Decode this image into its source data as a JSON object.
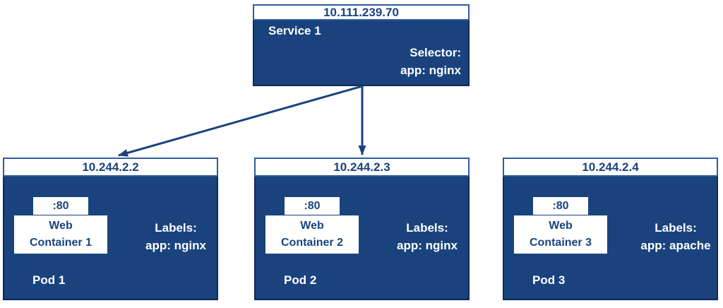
{
  "service": {
    "ip": "10.111.239.70",
    "name": "Service 1",
    "selector": "Selector:\napp: nginx"
  },
  "pods": [
    {
      "ip": "10.244.2.2",
      "port": ":80",
      "container": "Web Container 1",
      "labels": "Labels:\napp: nginx",
      "name": "Pod 1"
    },
    {
      "ip": "10.244.2.3",
      "port": ":80",
      "container": "Web Container 2",
      "labels": "Labels:\napp: nginx",
      "name": "Pod 2"
    },
    {
      "ip": "10.244.2.4",
      "port": ":80",
      "container": "Web Container 3",
      "labels": "Labels:\napp: apache",
      "name": "Pod 3"
    }
  ],
  "connections": [
    {
      "from": "Service 1",
      "to": "Pod 1"
    },
    {
      "from": "Service 1",
      "to": "Pod 2"
    }
  ],
  "colors": {
    "navy": "#1a437e",
    "headerBorder": "#2f5d9b",
    "bodyBorder": "#0e2a55",
    "arrow": "#1a437e"
  }
}
